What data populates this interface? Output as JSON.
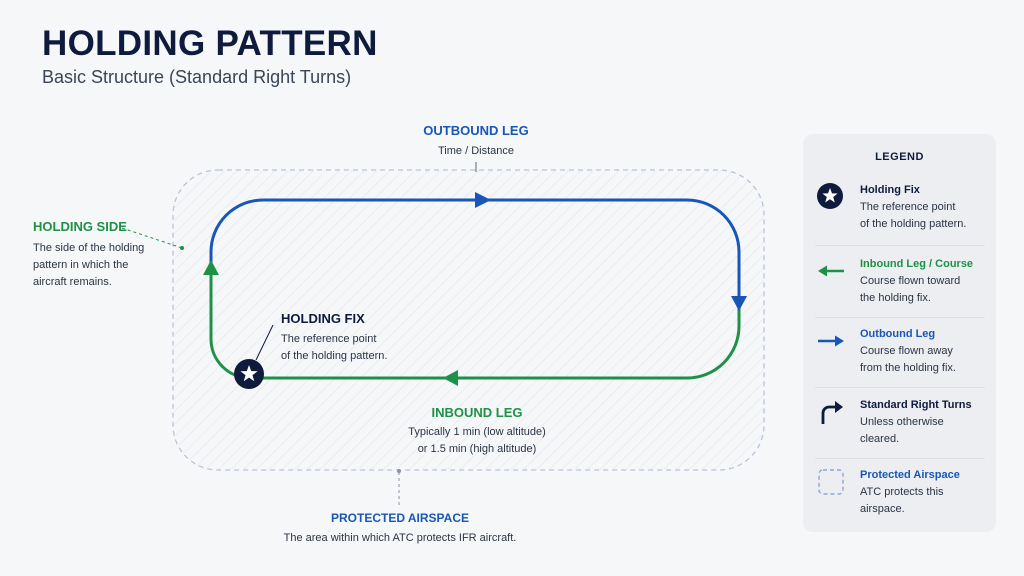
{
  "header": {
    "title": "HOLDING PATTERN",
    "subtitle": "Basic Structure (Standard Right Turns)"
  },
  "labels": {
    "outbound": {
      "title": "OUTBOUND LEG",
      "desc": "Time / Distance"
    },
    "holding_side": {
      "title": "HOLDING SIDE",
      "desc_lines": [
        "The side of the holding",
        "pattern in which the",
        "aircraft remains."
      ]
    },
    "holding_fix": {
      "title": "HOLDING FIX",
      "desc_lines": [
        "The reference point",
        "of the holding pattern."
      ]
    },
    "inbound": {
      "title": "INBOUND LEG",
      "desc_lines": [
        "Typically 1 min (low altitude)",
        "or 1.5 min (high altitude)"
      ]
    },
    "protected": {
      "title": "PROTECTED AIRSPACE",
      "desc": "The area within which ATC protects IFR aircraft."
    }
  },
  "legend": {
    "title": "LEGEND",
    "items": [
      {
        "icon": "star-circle-icon",
        "title": "Holding Fix",
        "desc_lines": [
          "The reference point",
          "of the holding pattern."
        ],
        "title_color": "#0f1b3d"
      },
      {
        "icon": "arrow-left-icon",
        "title": "Inbound Leg / Course",
        "desc_lines": [
          "Course flown toward",
          "the holding fix."
        ],
        "title_color": "#1f9147"
      },
      {
        "icon": "arrow-right-icon",
        "title": "Outbound Leg",
        "desc_lines": [
          "Course flown away",
          "from the holding fix."
        ],
        "title_color": "#1856b8"
      },
      {
        "icon": "turn-right-arrow-icon",
        "title": "Standard Right Turns",
        "desc_lines": [
          "Unless otherwise",
          "cleared."
        ],
        "title_color": "#0f1b3d"
      },
      {
        "icon": "dashed-square-icon",
        "title": "Protected Airspace",
        "desc_lines": [
          "ATC protects this",
          "airspace."
        ],
        "title_color": "#1856b8"
      }
    ]
  },
  "colors": {
    "outbound": "#1856b8",
    "inbound": "#1f9147",
    "fix": "#0f1b3d",
    "protected_border": "#b8c4dc"
  }
}
